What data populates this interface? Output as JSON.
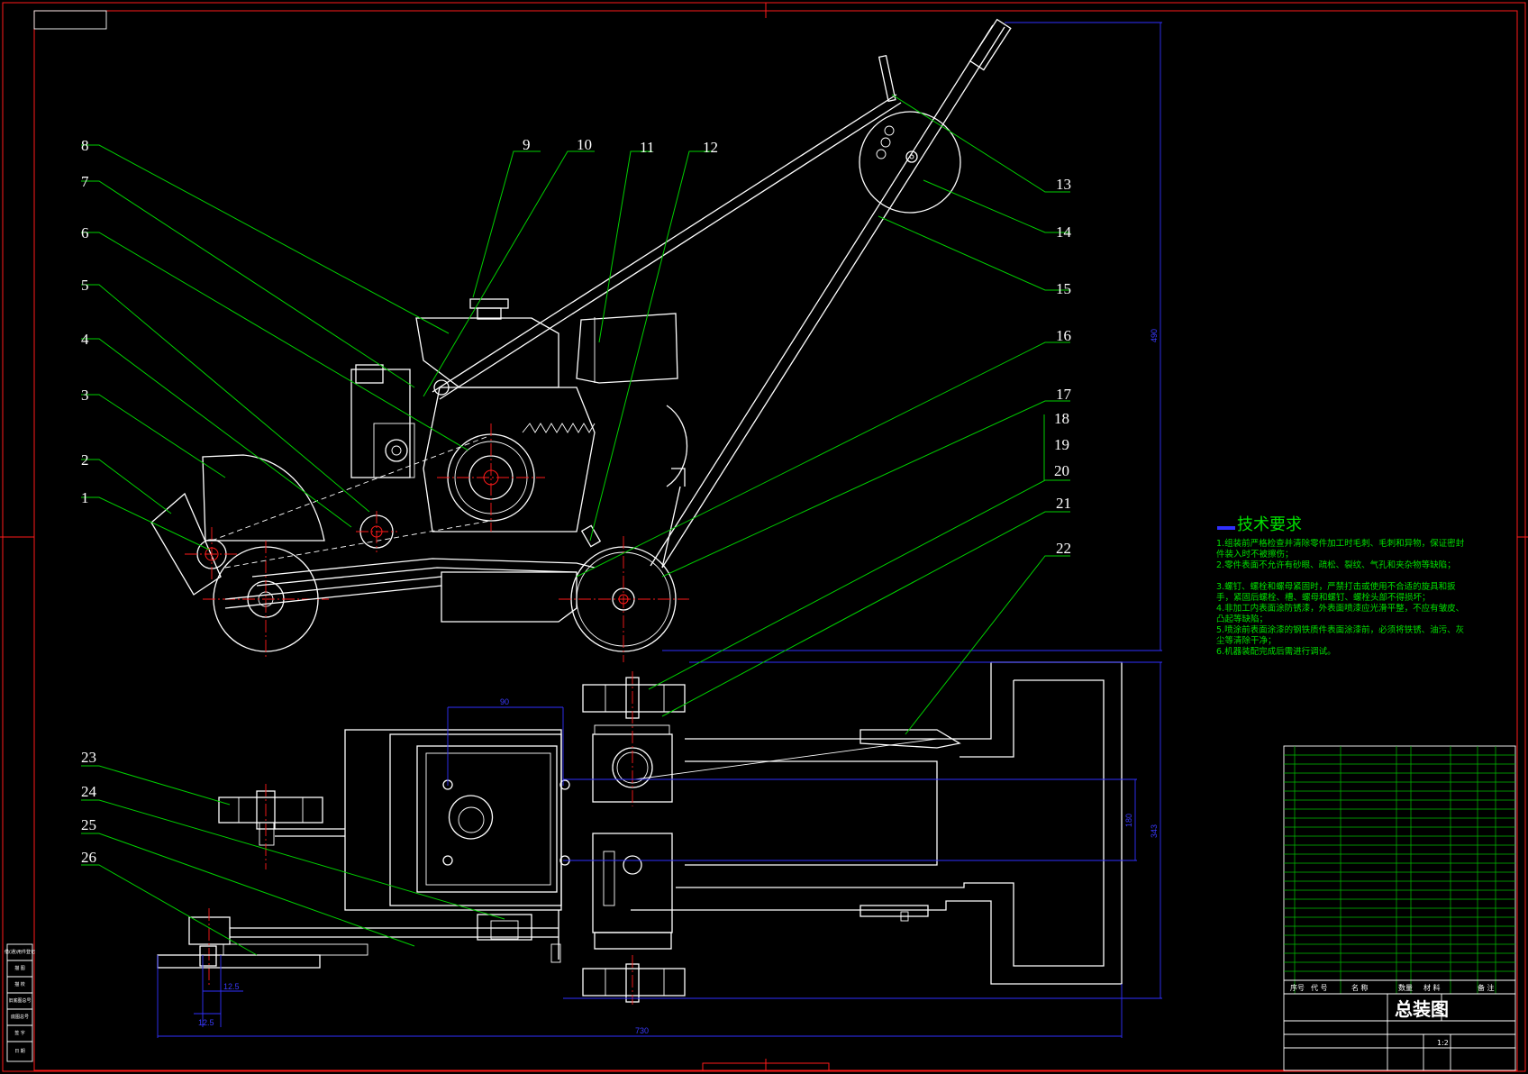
{
  "drawing_title": "总装图",
  "scale": "1:2",
  "callouts": [
    "1",
    "2",
    "3",
    "4",
    "5",
    "6",
    "7",
    "8",
    "9",
    "10",
    "11",
    "12",
    "13",
    "14",
    "15",
    "16",
    "17",
    "18",
    "19",
    "20",
    "21",
    "22",
    "23",
    "24",
    "25",
    "26"
  ],
  "dimensions": {
    "height_top": "490",
    "bucket_width": "90",
    "inner_width": "180",
    "total_width": "343",
    "blade_offset": "12.5",
    "blade_offset_2": "12.5",
    "total_length": "730"
  },
  "tech_requirements": {
    "title": "技术要求",
    "lines": [
      "1.组装前严格检查并清除零件加工时毛刺、毛刺和异物，保证密封",
      "件装入时不被擦伤；",
      "2.零件表面不允许有砂眼、疏松、裂纹、气孔和夹杂物等缺陷；",
      "3.螺钉、螺栓和螺母紧固时，严禁打击或使用不合适的旋具和扳",
      "手，紧固后螺栓、槽、螺母和螺钉、螺栓头部不得损坏；",
      "4.非加工内表面涂防锈漆，外表面喷漆应光滑平整，不应有皱皮、",
      "凸起等缺陷；",
      "5.喷涂前表面涂漆的钢铁质件表面涂漆前，必须将铁锈、油污、灰",
      "尘等清除干净；",
      "6.机器装配完成后需进行调试。"
    ]
  },
  "title_block": {
    "header": [
      "序号",
      "代 号",
      "名  称",
      "数量",
      "材 料",
      "备 注"
    ],
    "drawing_name": "总装图",
    "scale_value": "1:2",
    "rows": 26
  },
  "side_stamps": [
    "借(通)用件登记",
    "描  图",
    "描  校",
    "旧底图总号",
    "底图总号",
    "签  字",
    "日  期"
  ],
  "colors": {
    "frame": "#ff1a1a",
    "leader": "#00d000",
    "dimension": "#3030ff",
    "outline": "#ffffff",
    "text_green": "#00e000"
  }
}
